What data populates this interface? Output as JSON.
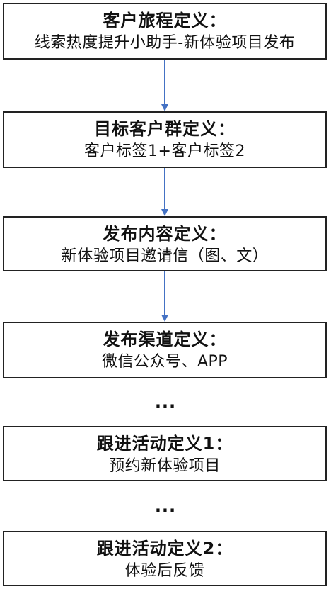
{
  "steps": [
    {
      "title": "客户旅程定义：",
      "subtitle": "线索热度提升小助手-新体验项目发布"
    },
    {
      "title": "目标客户群定义：",
      "subtitle": "客户标签1+客户标签2"
    },
    {
      "title": "发布内容定义：",
      "subtitle": "新体验项目邀请信（图、文）"
    },
    {
      "title": "发布渠道定义：",
      "subtitle": "微信公众号、APP"
    },
    {
      "title": "跟进活动定义1：",
      "subtitle": "预约新体验项目"
    },
    {
      "title": "跟进活动定义2：",
      "subtitle": "体验后反馈"
    }
  ],
  "ellipsis": [
    "...",
    "..."
  ],
  "colors": {
    "arrow": "#4472C4",
    "border": "#222222"
  }
}
